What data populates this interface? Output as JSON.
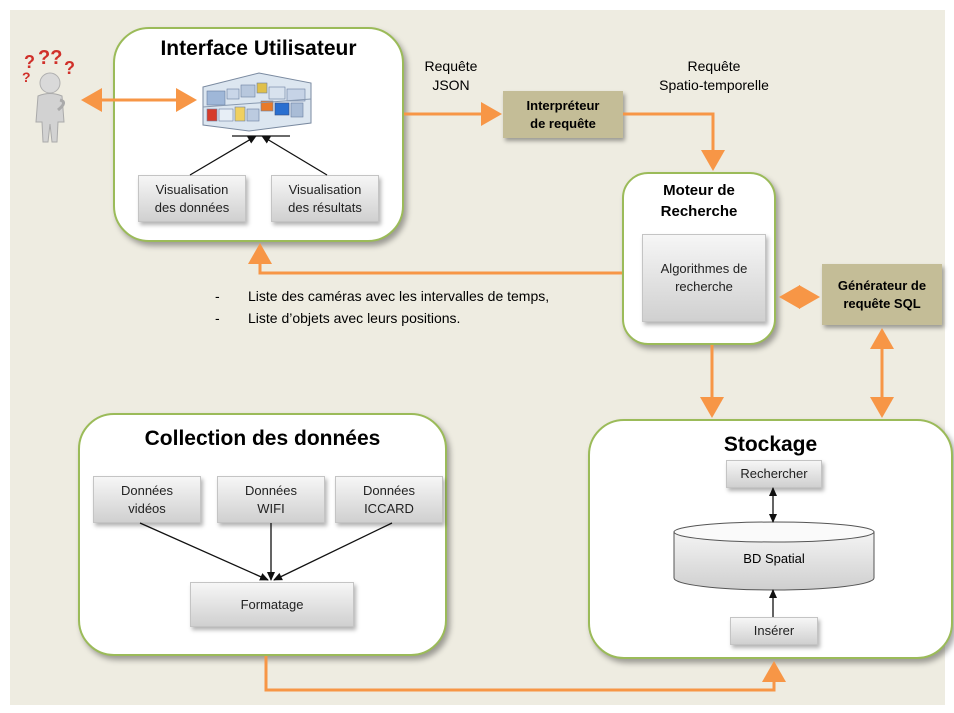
{
  "interface": {
    "title": "Interface Utilisateur",
    "box_data": "Visualisation\ndes données",
    "box_results": "Visualisation\ndes résultats"
  },
  "labels": {
    "json_request": "Requête\nJSON",
    "st_request": "Requête\nSpatio-temporelle"
  },
  "interpreter": "Interpréteur\nde requête",
  "moteur": {
    "title": "Moteur de\nRecherche",
    "algo": "Algorithmes de\nrecherche"
  },
  "sql_generator": "Générateur de\nrequête SQL",
  "results_list": [
    "Liste des caméras avec les intervalles de temps,",
    "Liste d’objets avec leurs positions."
  ],
  "collection": {
    "title": "Collection des données",
    "sources": [
      "Données\nvidéos",
      "Données\nWIFI",
      "Données\nICCARD"
    ],
    "formatage": "Formatage"
  },
  "storage": {
    "title": "Stockage",
    "search": "Rechercher",
    "db": "BD Spatial",
    "insert": "Insérer"
  },
  "colors": {
    "background": "#EEECE1",
    "panel_border": "#9BBB59",
    "orange_arrow": "#F79646",
    "tan_box": "#C4BD97"
  }
}
